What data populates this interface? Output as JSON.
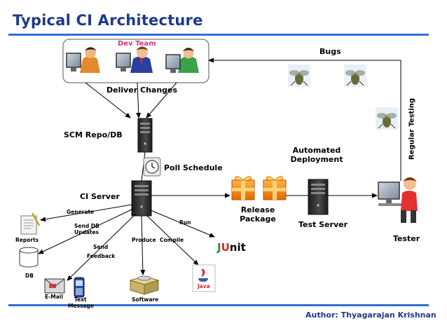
{
  "title": "Typical CI Architecture",
  "author": "Author: Thyagarajan Krishnan",
  "dev_team": "Dev Team",
  "labels": {
    "deliver_changes": "Deliver Changes",
    "scm_repo": "SCM Repo/DB",
    "poll_schedule": "Poll Schedule",
    "ci_server": "CI Server",
    "release_package_1": "Release",
    "release_package_2": "Package",
    "test_server": "Test Server",
    "automated_deployment_1": "Automated",
    "automated_deployment_2": "Deployment",
    "tester": "Tester",
    "bugs": "Bugs",
    "regular_testing": "Regular Testing",
    "generate": "Generate",
    "update_db_1": "Send DB",
    "update_db_2": "Updates",
    "run": "Run",
    "reports": "Reports",
    "produce": "Produce",
    "compile": "Compile",
    "send_feedback_1": "Send",
    "send_feedback_2": "Feedback",
    "db": "DB",
    "email": "E-Mail",
    "text_message_1": "Text",
    "text_message_2": "Message",
    "software": "Software",
    "junit_j": "J",
    "junit_u": "U",
    "junit_rest": "nit",
    "java": "Java"
  },
  "colors": {
    "title": "#1f3a8a",
    "rule": "#2f6fd6",
    "dev_team": "#d63384",
    "junit_j": "#2e8b3a",
    "junit_u": "#d62828",
    "java": "#d62828"
  }
}
